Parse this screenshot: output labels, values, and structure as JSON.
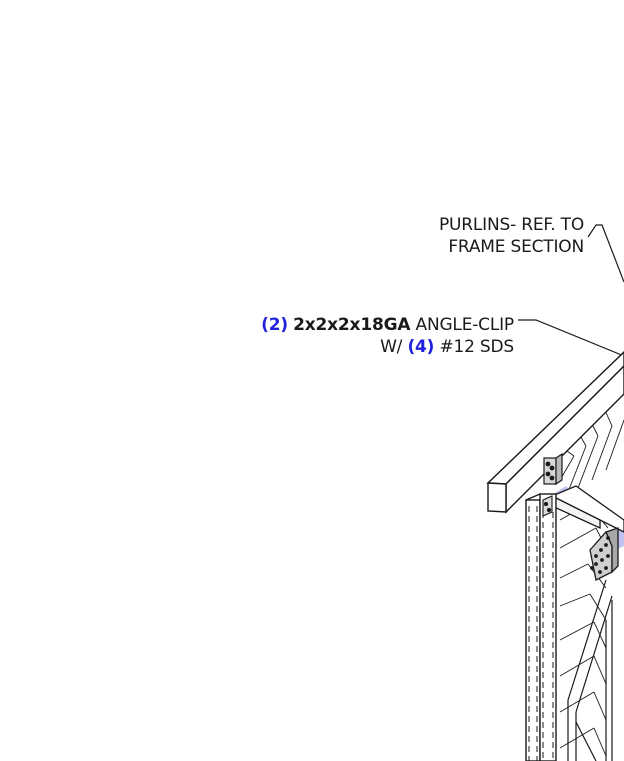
{
  "callouts": {
    "purlins": {
      "line1": "PURLINS- REF. TO",
      "line2": "FRAME SECTION"
    },
    "angle_clip": {
      "qty": "(2)",
      "spec": "2x2x2x18GA",
      "desc": "ANGLE-CLIP",
      "with": "W/",
      "screw_qty": "(4)",
      "screw": "#12 SDS"
    }
  },
  "colors": {
    "ink": "#1a1a1a",
    "callout_qty": "#2222dd",
    "highlight": "#b8b8f0"
  }
}
